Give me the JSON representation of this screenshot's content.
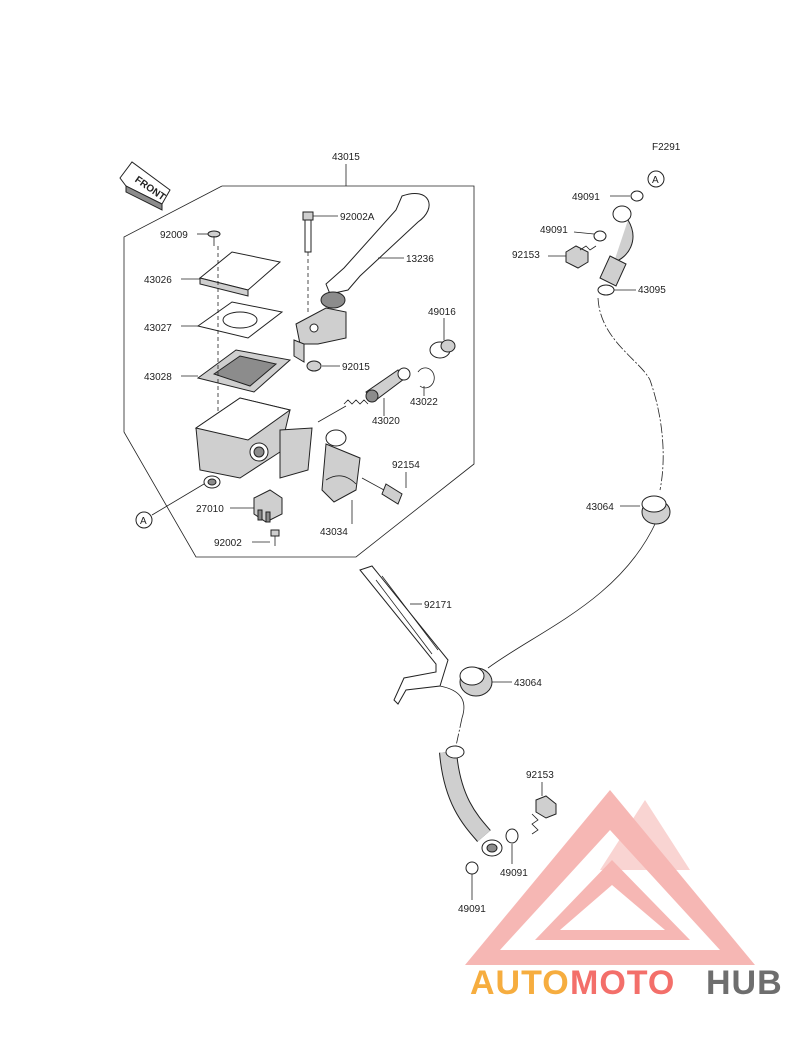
{
  "figure_code": "F2291",
  "front_arrow_label": "FRONT",
  "ref_marker": "A",
  "labels": {
    "p43015": "43015",
    "p92009": "92009",
    "p43026": "43026",
    "p43027": "43027",
    "p43028": "43028",
    "p92002A": "92002A",
    "p13236": "13236",
    "p49016": "49016",
    "p92015": "92015",
    "p43022": "43022",
    "p43020": "43020",
    "p92154": "92154",
    "p27010": "27010",
    "p43034": "43034",
    "p92002": "92002",
    "p49091_top": "49091",
    "p49091_mid": "49091",
    "p92153_top": "92153",
    "p43095": "43095",
    "p43064_mid": "43064",
    "p92171": "92171",
    "p43064_low": "43064",
    "p92153_low": "92153",
    "p49091_low_r": "49091",
    "p49091_low_l": "49091"
  },
  "watermark": {
    "auto": "AUTO",
    "moto": "MOTO",
    "hub": "HUB"
  }
}
